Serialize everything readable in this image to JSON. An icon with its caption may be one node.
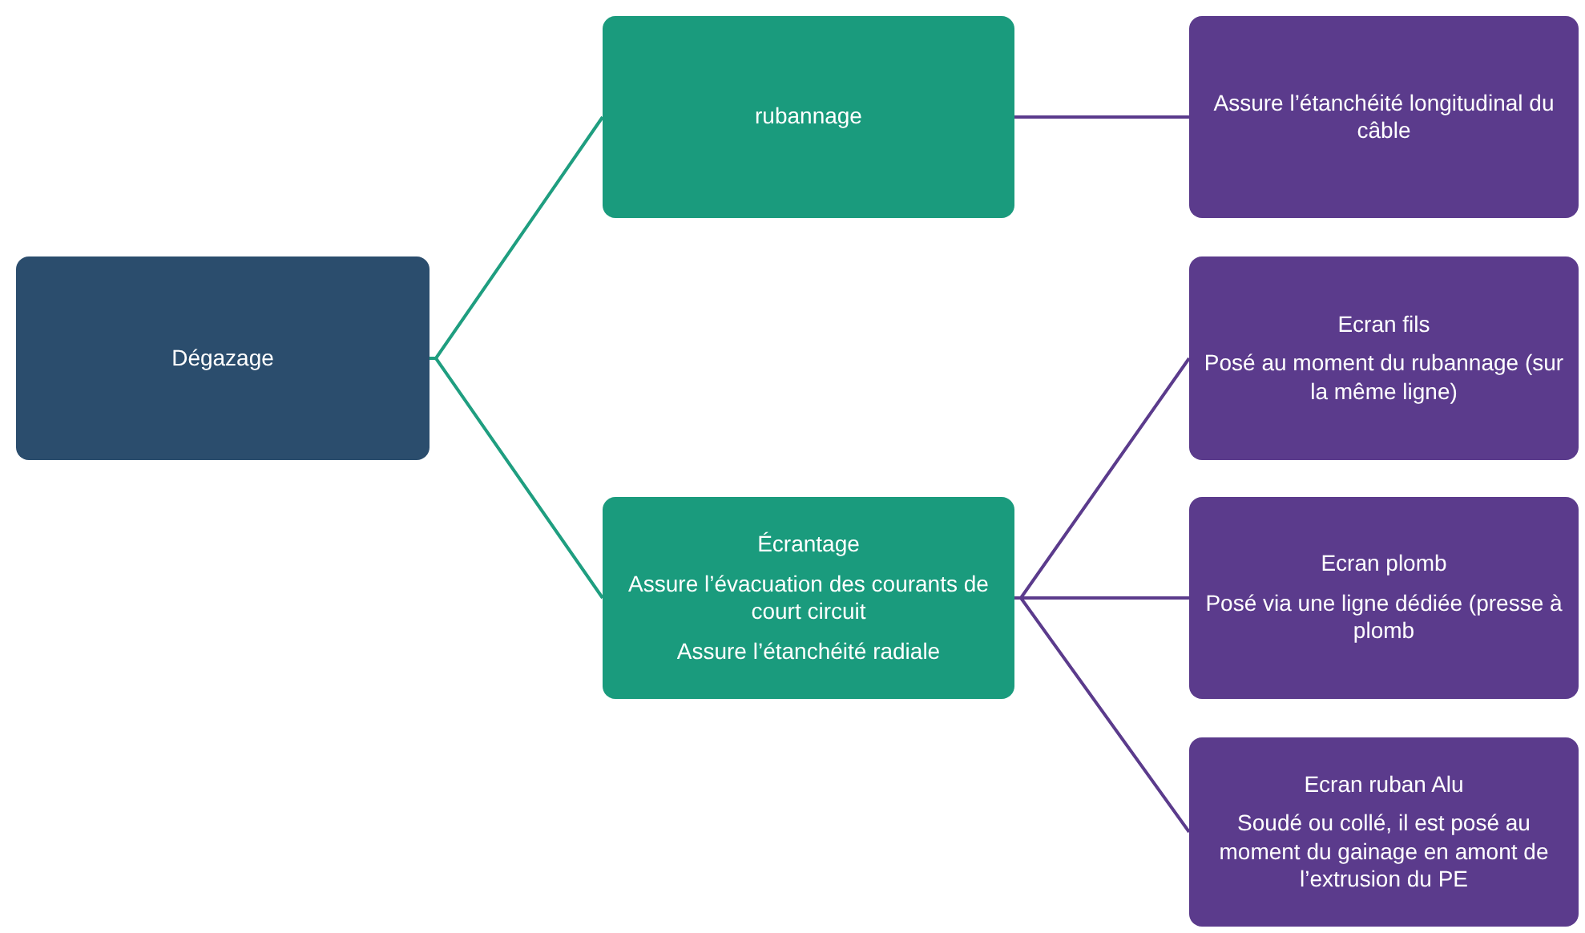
{
  "diagram": {
    "nodes": [
      {
        "text": [
          "Dégazage"
        ]
      },
      {
        "text": [
          "rubannage"
        ]
      },
      {
        "text": [
          "Écrantage",
          "Assure l’évacuation des courants de court circuit",
          "Assure l’étanchéité radiale"
        ]
      },
      {
        "text": [
          "Assure l’étanchéité longitudinal du câble"
        ]
      },
      {
        "text": [
          "Ecran fils",
          "Posé au moment du rubannage (sur la même ligne)"
        ]
      },
      {
        "text": [
          "Ecran plomb",
          "Posé via une ligne dédiée (presse à plomb"
        ]
      },
      {
        "text": [
          "Ecran ruban Alu",
          "Soudé ou collé, il est posé au moment du gainage en amont de l’extrusion du PE"
        ]
      }
    ],
    "edges": [
      {
        "from": 0,
        "to": 1,
        "arrow": "none",
        "color": "#1f9e80"
      },
      {
        "from": 0,
        "to": 2,
        "arrow": "none",
        "color": "#1f9e80"
      },
      {
        "from": 1,
        "to": 3,
        "arrow": "none"
      },
      {
        "from": 2,
        "to": 4,
        "arrow": "none"
      },
      {
        "from": 2,
        "to": 5,
        "arrow": "none"
      },
      {
        "from": 2,
        "to": 6,
        "arrow": "none"
      }
    ]
  }
}
